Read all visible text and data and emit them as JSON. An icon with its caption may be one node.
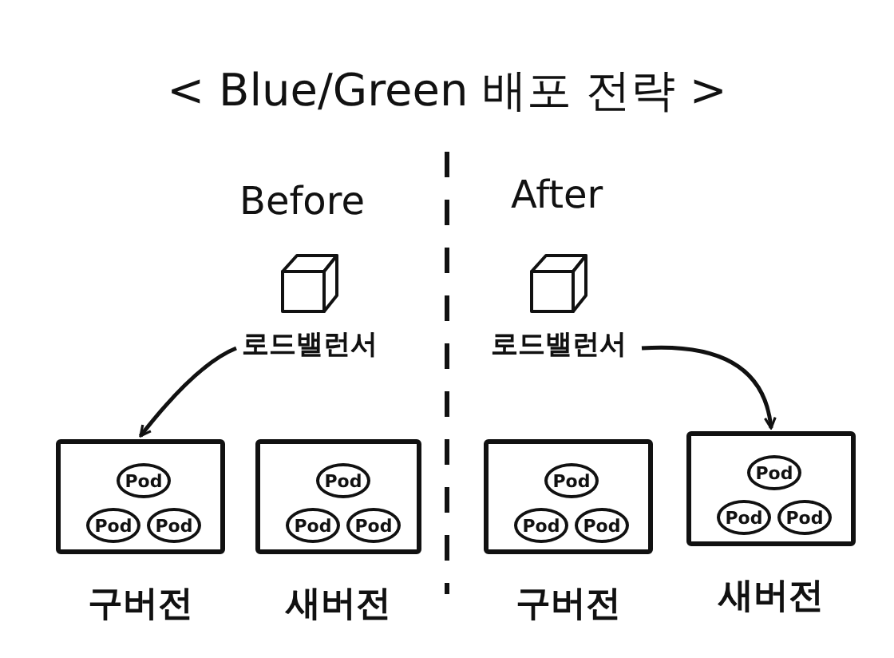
{
  "diagram": {
    "title": "< Blue/Green 배포 전략 >",
    "nodes": [
      {
        "text": [
          "로드밸런서"
        ]
      },
      {
        "text": [
          "구버전"
        ]
      },
      {
        "text": [
          "Pod"
        ],
        "in": 1
      },
      {
        "text": [
          "Pod"
        ],
        "in": 1
      },
      {
        "text": [
          "Pod"
        ],
        "in": 1
      },
      {
        "text": [
          "새버전"
        ]
      },
      {
        "text": [
          "Pod"
        ],
        "in": 5
      },
      {
        "text": [
          "Pod"
        ],
        "in": 5
      },
      {
        "text": [
          "Pod"
        ],
        "in": 5
      },
      {
        "text": [
          "로드밸런서"
        ]
      },
      {
        "text": [
          "구버전"
        ]
      },
      {
        "text": [
          "Pod"
        ],
        "in": 10
      },
      {
        "text": [
          "Pod"
        ],
        "in": 10
      },
      {
        "text": [
          "Pod"
        ],
        "in": 10
      },
      {
        "text": [
          "새버전"
        ]
      },
      {
        "text": [
          "Pod"
        ],
        "in": 14
      },
      {
        "text": [
          "Pod"
        ],
        "in": 14
      },
      {
        "text": [
          "Pod"
        ],
        "in": 14
      }
    ],
    "edges": [
      {
        "from": 0,
        "to": 1,
        "arrow": "to"
      },
      {
        "from": 9,
        "to": 14,
        "arrow": "to"
      }
    ],
    "labels": [
      "Before",
      "After"
    ]
  }
}
